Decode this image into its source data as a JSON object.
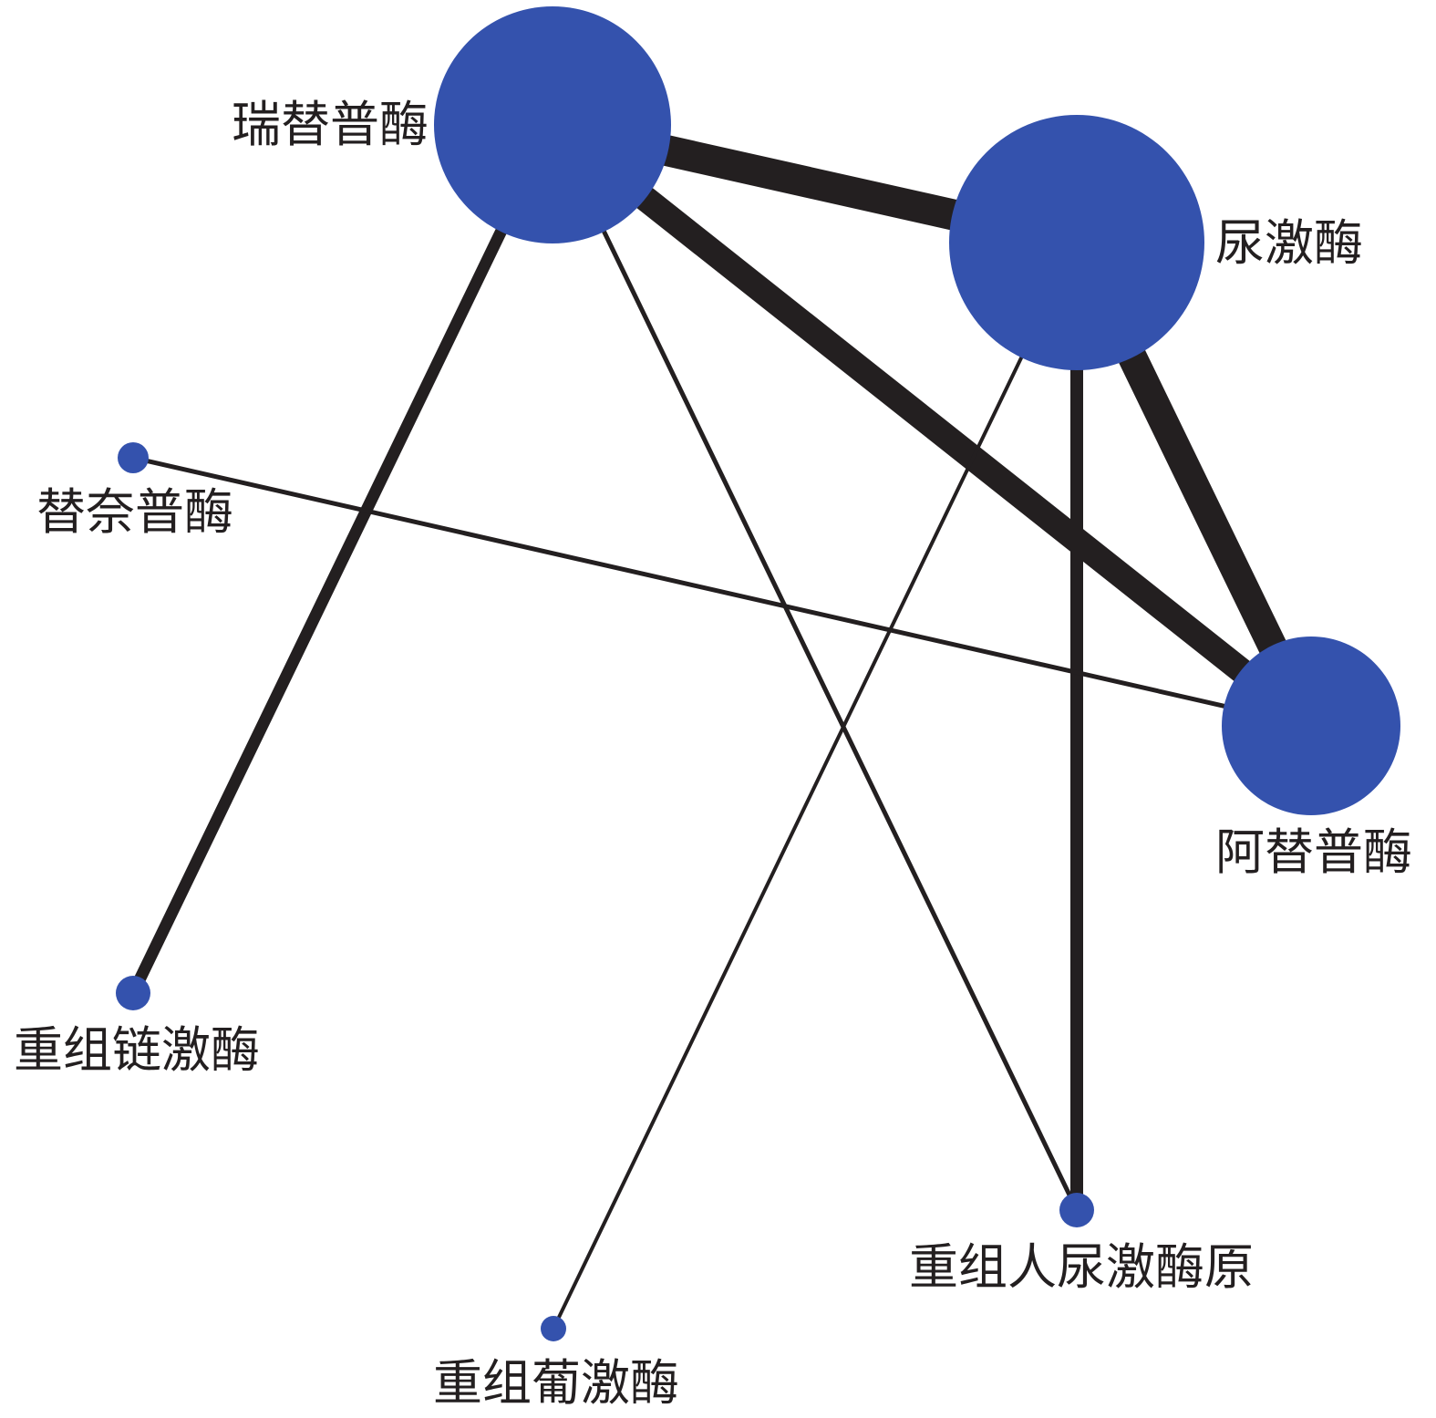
{
  "colors": {
    "node_fill": "#3452ad",
    "edge_stroke": "#231f20",
    "background": "#ffffff"
  },
  "nodes": [
    {
      "id": "reteplase",
      "label": "瑞替普酶"
    },
    {
      "id": "urokinase",
      "label": "尿激酶"
    },
    {
      "id": "alteplase",
      "label": "阿替普酶"
    },
    {
      "id": "tenecteplase",
      "label": "替奈普酶"
    },
    {
      "id": "recombinant-streptokinase",
      "label": "重组链激酶"
    },
    {
      "id": "recombinant-staphylokinase",
      "label": "重组葡激酶"
    },
    {
      "id": "recombinant-prourokinase",
      "label": "重组人尿激酶原"
    }
  ],
  "edges": [
    {
      "from": "reteplase",
      "to": "urokinase"
    },
    {
      "from": "reteplase",
      "to": "alteplase"
    },
    {
      "from": "urokinase",
      "to": "alteplase"
    },
    {
      "from": "reteplase",
      "to": "recombinant-streptokinase"
    },
    {
      "from": "urokinase",
      "to": "recombinant-prourokinase"
    },
    {
      "from": "reteplase",
      "to": "recombinant-prourokinase"
    },
    {
      "from": "urokinase",
      "to": "recombinant-staphylokinase"
    },
    {
      "from": "tenecteplase",
      "to": "alteplase"
    }
  ]
}
